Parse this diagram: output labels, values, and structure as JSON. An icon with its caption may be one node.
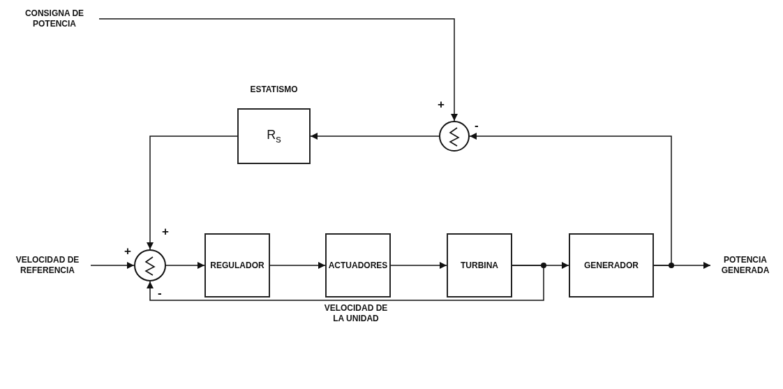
{
  "diagram": {
    "nodes": [
      {
        "text": [
          "CONSIGNA DE POTENCIA"
        ]
      },
      {
        "text": [],
        "shape": "circle",
        "beside": [
          "+",
          "-"
        ]
      },
      {
        "text": [
          "ESTATISMO",
          "R$_{s}$"
        ]
      },
      {
        "text": [
          "VELOCIDAD DE REFERENCIA"
        ]
      },
      {
        "text": [],
        "shape": "circle",
        "beside": [
          "+",
          "+",
          "-"
        ]
      },
      {
        "text": [
          "REGULADOR"
        ]
      },
      {
        "text": [
          "ACTUADORES"
        ]
      },
      {
        "text": [
          "TURBINA"
        ]
      },
      {
        "text": [
          "GENERADOR"
        ]
      },
      {
        "text": [
          "POTENCIA GENERADA"
        ]
      }
    ],
    "edges": [
      {
        "from": 0,
        "to": 1,
        "arrow": "to"
      },
      {
        "from": 1,
        "to": 2,
        "arrow": "to"
      },
      {
        "from": 2,
        "to": 4,
        "arrow": "to"
      },
      {
        "from": 3,
        "to": 4,
        "arrow": "to"
      },
      {
        "from": 4,
        "to": 5,
        "arrow": "to"
      },
      {
        "from": 5,
        "to": 6,
        "arrow": "to"
      },
      {
        "from": 6,
        "to": 7,
        "arrow": "to"
      },
      {
        "from": 7,
        "to": 8,
        "arrow": "to"
      },
      {
        "from": 7,
        "to": 4,
        "arrow": "to",
        "label": "VELOCIDAD DE LA UNIDAD"
      },
      {
        "from": 8,
        "to": 9,
        "arrow": "to"
      },
      {
        "from": 8,
        "to": 1,
        "arrow": "to"
      }
    ]
  }
}
